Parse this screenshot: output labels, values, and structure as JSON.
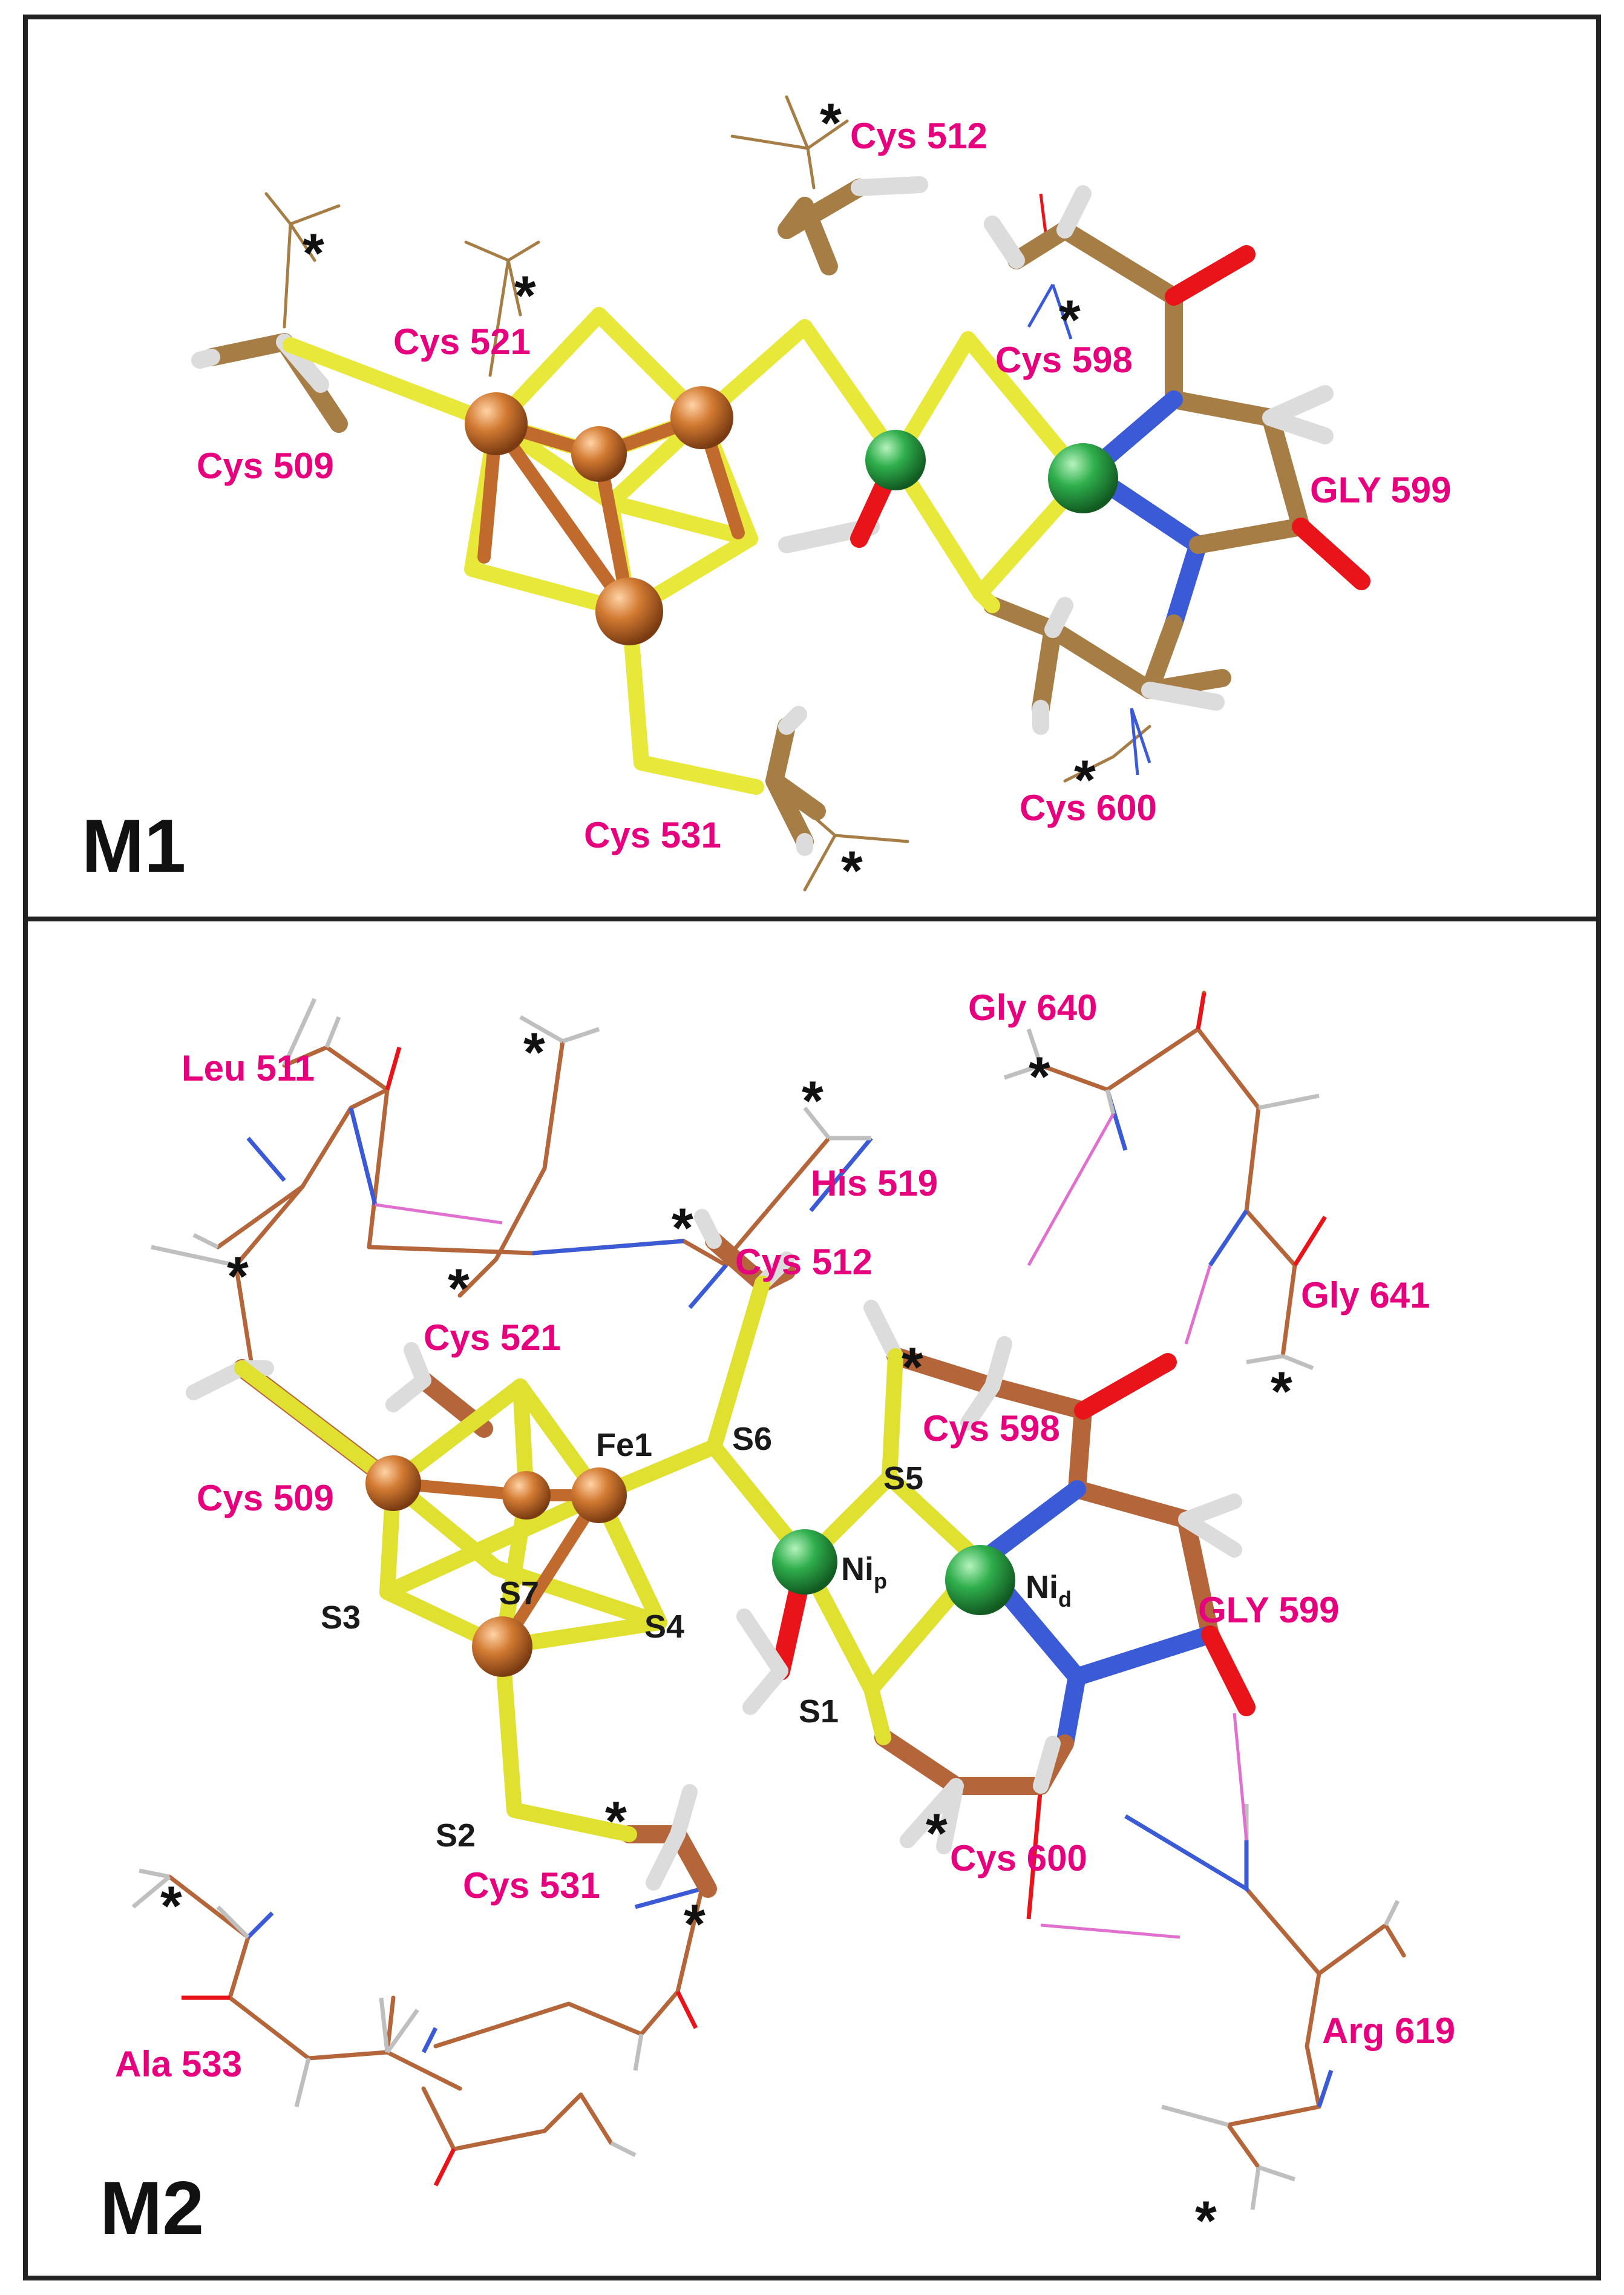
{
  "panels": [
    {
      "id": "M1",
      "label": "M1",
      "residues": [
        "Cys 512",
        "Cys 521",
        "Cys 598",
        "Cys 509",
        "GLY 599",
        "Cys 600",
        "Cys 531"
      ]
    },
    {
      "id": "M2",
      "label": "M2",
      "residues": [
        "Gly 640",
        "Leu 511",
        "His 519",
        "Cys 512",
        "Gly 641",
        "Cys 521",
        "Cys 598",
        "Cys 509",
        "GLY 599",
        "Cys 531",
        "Cys 600",
        "Ala 533",
        "Arg 619"
      ],
      "atoms": {
        "fe1": "Fe1",
        "s6": "S6",
        "s5": "S5",
        "s3": "S3",
        "s7": "S7",
        "s4": "S4",
        "s1": "S1",
        "s2": "S2",
        "nip_base": "Ni",
        "nip_sub": "p",
        "nid_base": "Ni",
        "nid_sub": "d"
      }
    }
  ],
  "asterisk": "*",
  "colors": {
    "residue_label": "#e6007e",
    "sulfur": "#e8e83a",
    "iron": "#c9722e",
    "nickel": "#2fae4c",
    "nitrogen": "#3b5bd6",
    "oxygen": "#e8141a",
    "carbon_m1": "#a57d45",
    "carbon_m2": "#b4653a",
    "hydrogen": "#dcdcdc",
    "hbond": "#e06fcf"
  },
  "icons": [
    "sphere-iron",
    "sphere-nickel",
    "stick-bond",
    "wire-bond",
    "hydrogen-bond"
  ]
}
